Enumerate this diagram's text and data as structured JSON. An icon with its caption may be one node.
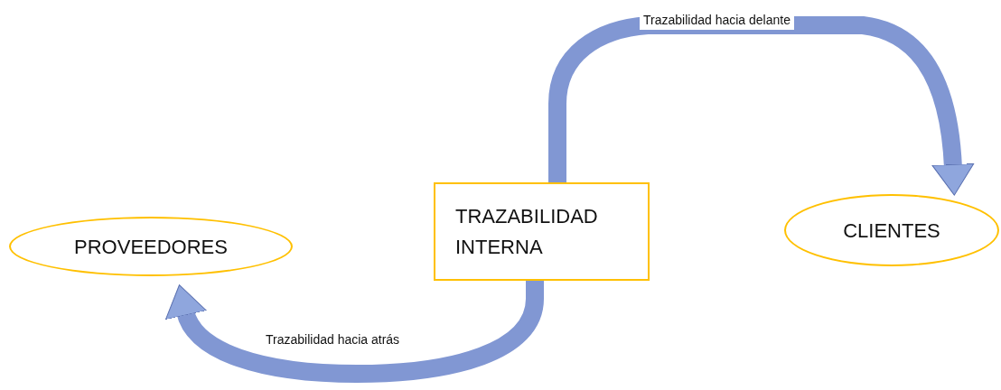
{
  "diagram": {
    "nodes": [
      {
        "text": [
          "PROVEEDORES"
        ]
      },
      {
        "text": [
          "TRAZABILIDAD INTERNA"
        ]
      },
      {
        "text": [
          "CLIENTES"
        ]
      }
    ],
    "edges": [
      {
        "from": 1,
        "to": 2,
        "arrow": "to",
        "label": "Trazabilidad hacia delante"
      },
      {
        "from": 1,
        "to": 0,
        "arrow": "to",
        "label": "Trazabilidad hacia atrás"
      }
    ]
  }
}
